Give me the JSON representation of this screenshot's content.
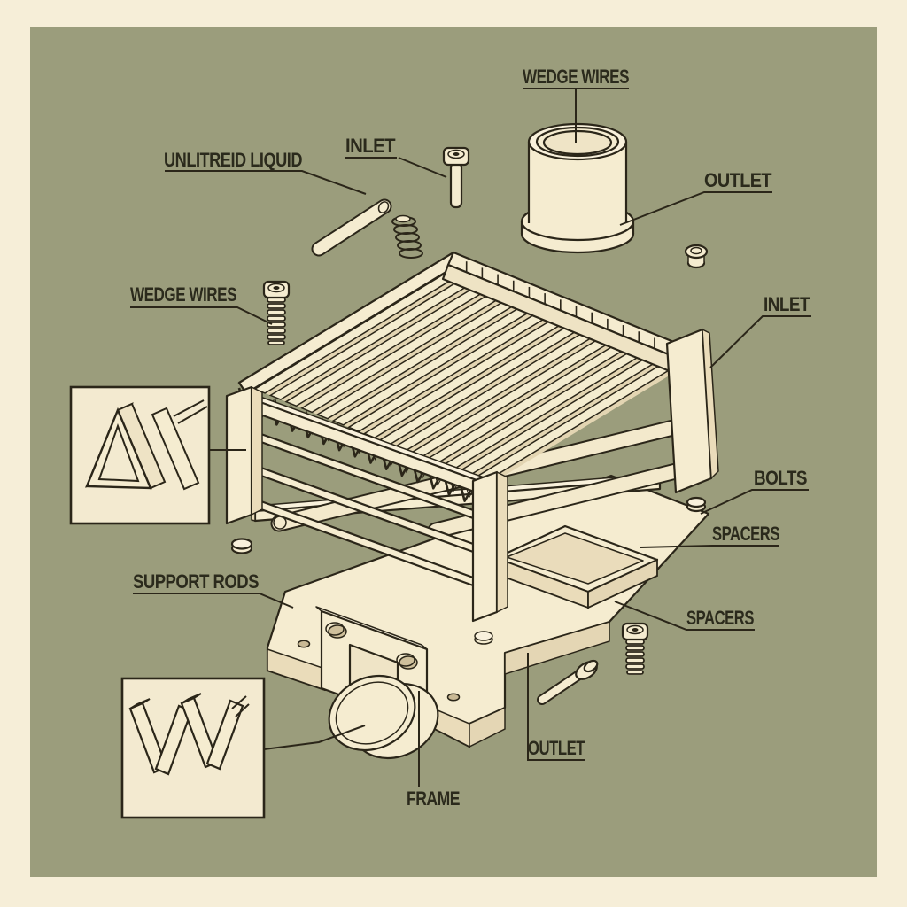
{
  "diagram": {
    "subject": "wedge wire screen filter exploded-view illustration",
    "background_panel_color": "#9b9d7c",
    "border_color": "#f6eed8",
    "part_fill_color": "#f5ecd0",
    "line_color": "#2b2619",
    "text_color": "#2b2a1c"
  },
  "labels": {
    "wedge_wires_top": {
      "text": "WEDGE WIRES"
    },
    "outlet_top": {
      "text": "OUTLET"
    },
    "unfiltered_liquid": {
      "text": "UNLITREID LIQUID"
    },
    "inlet_top": {
      "text": "INLET"
    },
    "wedge_wires_left": {
      "text": "WEDGE WIRES"
    },
    "inlet_right": {
      "text": "INLET"
    },
    "bolts_right": {
      "text": "BOLTS"
    },
    "spacers_right": {
      "text": "SPACERS"
    },
    "spacers_lower": {
      "text": "SPACERS"
    },
    "support_rods": {
      "text": "SUPPORT RODS"
    },
    "outlet_bottom": {
      "text": "OUTLET"
    },
    "frame_bottom": {
      "text": "FRAME"
    }
  },
  "screen": {
    "wire_count": 16,
    "vee_profile_count": 16
  },
  "detail_insets": {
    "count": 2
  }
}
